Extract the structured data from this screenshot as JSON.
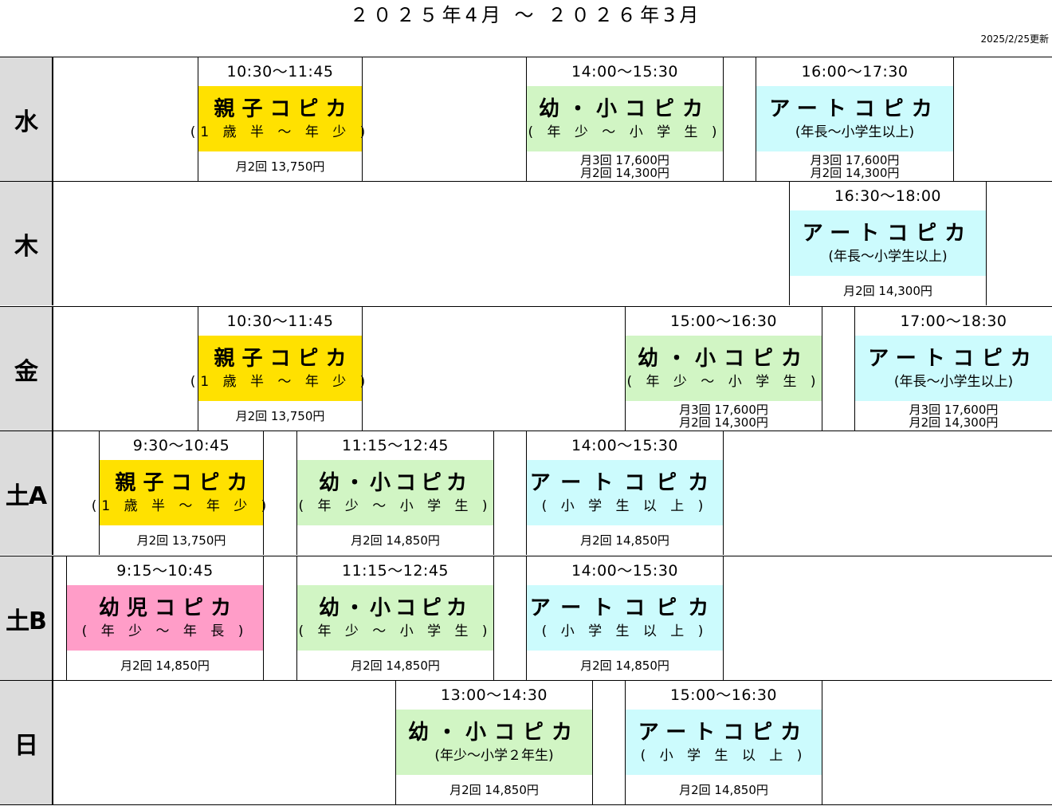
{
  "header": {
    "title": "２０２５年4月 ～ ２０２６年3月",
    "updated": "2025/2/25更新"
  },
  "rows": {
    "wed": {
      "day": "水",
      "c1": {
        "time": "10:30～11:45",
        "name": "親 子 コ ピ カ",
        "age": "(1 歳 半 ～ 年 少 )",
        "price1": "月2回 13,750円"
      },
      "c2": {
        "time": "14:00～15:30",
        "name": "幼・小コピカ",
        "age": "( 年 少 ～ 小 学 生 )",
        "price1": "月3回 17,600円",
        "price2": "月2回 14,300円"
      },
      "c3": {
        "time": "16:00～17:30",
        "name": "アートコピカ",
        "age": "(年長～小学生以上)",
        "price1": "月3回 17,600円",
        "price2": "月2回 14,300円"
      }
    },
    "thu": {
      "day": "木",
      "c1": {
        "time": "16:30～18:00",
        "name": "アートコピカ",
        "age": "(年長～小学生以上)",
        "price1": "月2回 14,300円"
      }
    },
    "fri": {
      "day": "金",
      "c1": {
        "time": "10:30～11:45",
        "name": "親 子 コ ピ カ",
        "age": "(1 歳 半 ～ 年 少 )",
        "price1": "月2回 13,750円"
      },
      "c2": {
        "time": "15:00～16:30",
        "name": "幼・小コピカ",
        "age": "( 年 少 ～ 小 学 生 )",
        "price1": "月3回 17,600円",
        "price2": "月2回 14,300円"
      },
      "c3": {
        "time": "17:00～18:30",
        "name": "アートコピカ",
        "age": "(年長～小学生以上)",
        "price1": "月3回 17,600円",
        "price2": "月2回 14,300円"
      }
    },
    "satA": {
      "day": "土A",
      "c1": {
        "time": "9:30～10:45",
        "name": "親 子 コ ピ カ",
        "age": "(1 歳 半 ～ 年 少 )",
        "price1": "月2回 13,750円"
      },
      "c2": {
        "time": "11:15～12:45",
        "name": "幼・小コピカ",
        "age": "( 年 少 ～ 小 学 生 )",
        "price1": "月2回 14,850円"
      },
      "c3": {
        "time": "14:00～15:30",
        "name": "アートコピカ",
        "age": "( 小 学 生 以 上 )",
        "price1": "月2回 14,850円"
      }
    },
    "satB": {
      "day": "土B",
      "c1": {
        "time": "9:15～10:45",
        "name": "幼 児 コ ピ カ",
        "age": "( 年 少 ～ 年 長 )",
        "price1": "月2回 14,850円"
      },
      "c2": {
        "time": "11:15～12:45",
        "name": "幼・小コピカ",
        "age": "( 年 少 ～ 小 学 生 )",
        "price1": "月2回 14,850円"
      },
      "c3": {
        "time": "14:00～15:30",
        "name": "アートコピカ",
        "age": "( 小 学 生 以 上 )",
        "price1": "月2回 14,850円"
      }
    },
    "sun": {
      "day": "日",
      "c1": {
        "time": "13:00～14:30",
        "name": "幼・小コピカ",
        "age": "(年少～小学２年生)",
        "price1": "月2回 14,850円"
      },
      "c2": {
        "time": "15:00～16:30",
        "name": "アートコピカ",
        "age": "( 小 学 生 以 上 )",
        "price1": "月2回 14,850円"
      }
    }
  },
  "colors": {
    "parent_child": "#ffe100",
    "kinder_elementary": "#d1f5c4",
    "art": "#ccfbfd",
    "infant": "#ff9dc8",
    "day_cell": "#dcdcdc"
  }
}
